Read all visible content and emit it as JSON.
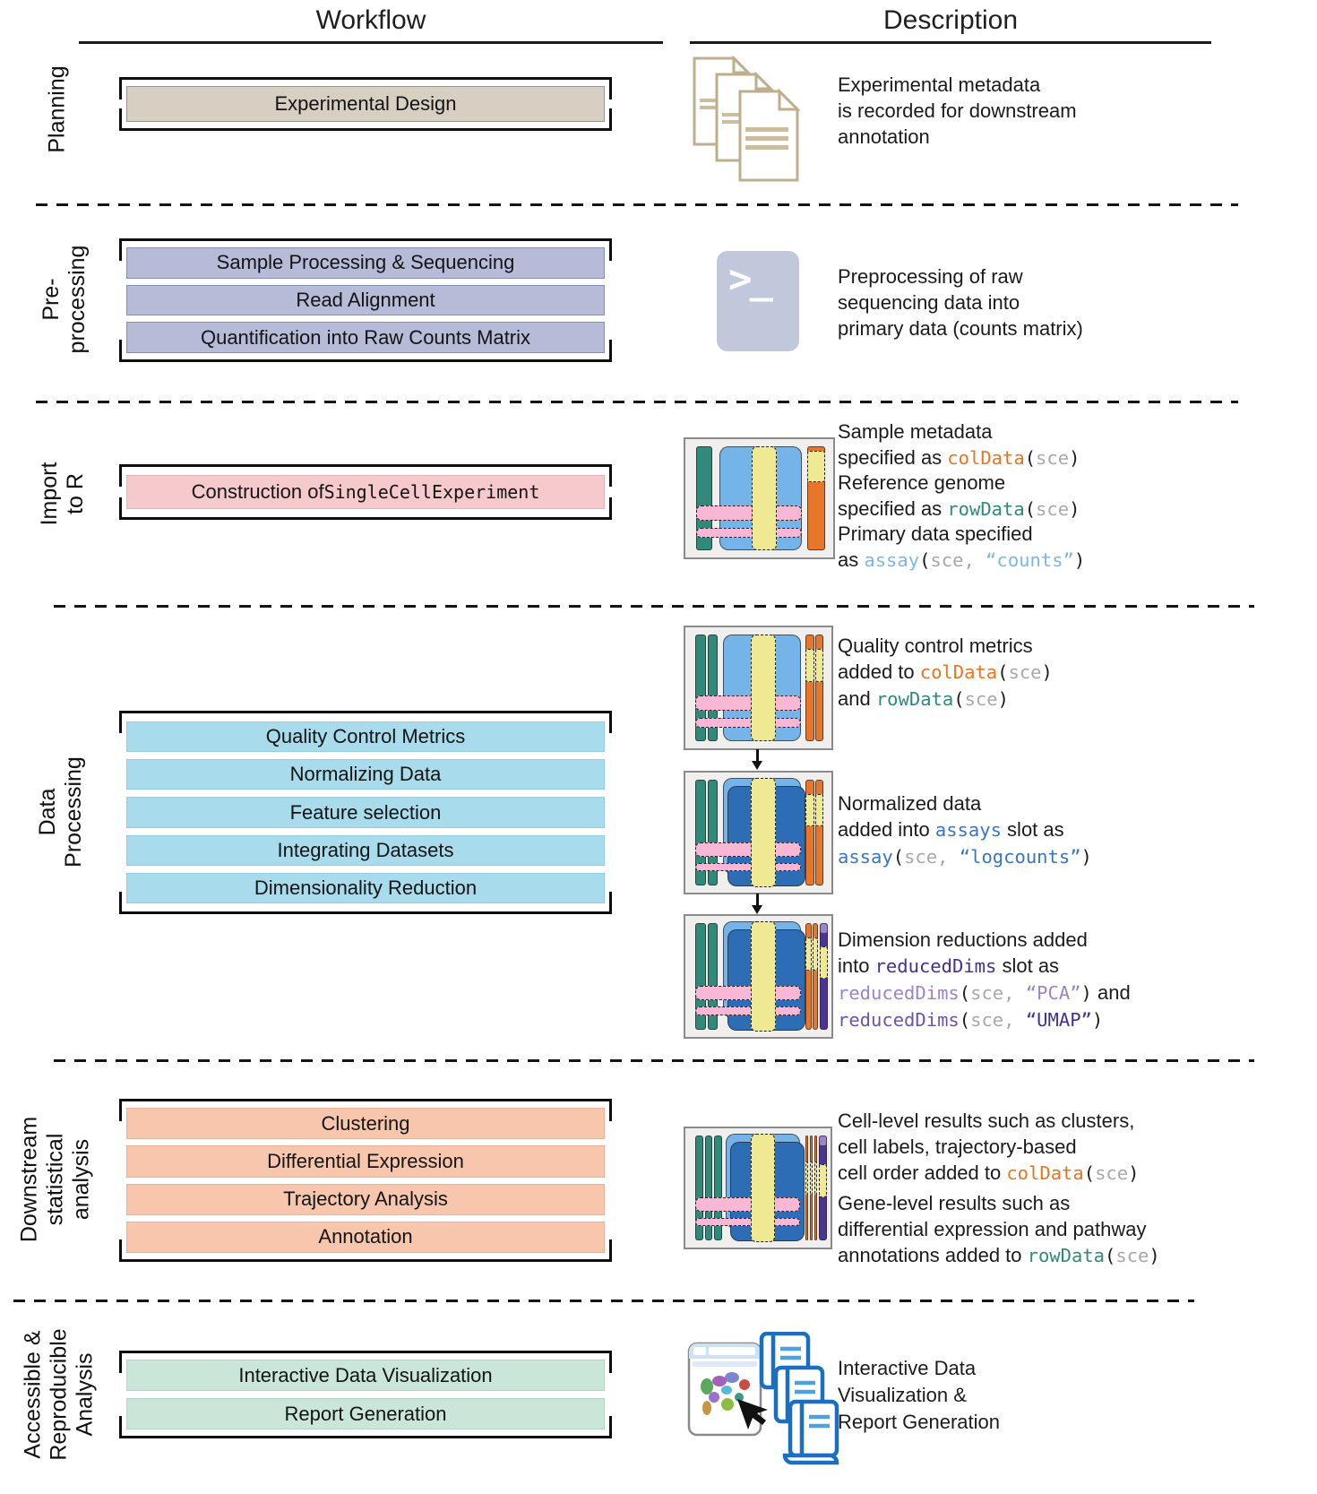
{
  "header": {
    "workflow": "Workflow",
    "description": "Description"
  },
  "icons": {
    "terminal_glyph": ">_"
  },
  "colors": {
    "code": {
      "plain": "#1b1b1b",
      "sce": "#a8a8a8",
      "colData": "#e87522",
      "rowData": "#2f8a79",
      "assayL": "#7db7e6",
      "assayD": "#3a76ba",
      "redD": "#44308f",
      "redL": "#9c83c7",
      "redM": "#6b54a6"
    },
    "sce": {
      "panel": "#f0efee",
      "panelBorder": "#8a8a8a",
      "teal": "#2f8a79",
      "lightBlue": "#74b4e8",
      "darkBlue": "#2d6db6",
      "yellow": "#efe994",
      "pink": "#f8b7d4",
      "orange": "#e8762a",
      "purpleDark": "#4b3592",
      "purpleLight": "#9b84c9"
    },
    "box_fills": {
      "planning": "#d6cfc2",
      "preproc": "#b6bcd8",
      "import": "#f6c9cd",
      "dataproc": "#a8dcec",
      "down": "#f8c6ac",
      "access": "#c9e6d9"
    }
  },
  "sections": [
    {
      "id": "planning",
      "label_lines": [
        "Planning"
      ],
      "box_fill": "#d6cfc2",
      "box_border": "#97948c",
      "boxes": [
        [
          {
            "t": "Experimental Design"
          }
        ]
      ]
    },
    {
      "id": "preproc",
      "label_lines": [
        "Pre-",
        "processing"
      ],
      "box_fill": "#b6bcd8",
      "box_border": "#8790b2",
      "boxes": [
        [
          {
            "t": "Sample Processing & Sequencing"
          }
        ],
        [
          {
            "t": "Read Alignment"
          }
        ],
        [
          {
            "t": "Quantification into Raw Counts Matrix"
          }
        ]
      ]
    },
    {
      "id": "import",
      "label_lines": [
        "Import",
        "to R"
      ],
      "box_fill": "#f6c9cd",
      "box_border": "#e2b4b9",
      "boxes": [
        [
          {
            "t": "Construction of "
          },
          {
            "t": "SingleCellExperiment",
            "m": true
          }
        ]
      ]
    },
    {
      "id": "dataproc",
      "label_lines": [
        "Data",
        "Processing"
      ],
      "box_fill": "#a8dcec",
      "box_border": "#92cde0",
      "boxes": [
        [
          {
            "t": "Quality Control Metrics"
          }
        ],
        [
          {
            "t": "Normalizing Data"
          }
        ],
        [
          {
            "t": "Feature selection"
          }
        ],
        [
          {
            "t": "Integrating Datasets"
          }
        ],
        [
          {
            "t": "Dimensionality Reduction"
          }
        ]
      ]
    },
    {
      "id": "down",
      "label_lines": [
        "Downstream",
        "statistical",
        "analysis"
      ],
      "box_fill": "#f8c6ac",
      "box_border": "#e8b299",
      "boxes": [
        [
          {
            "t": "Clustering"
          }
        ],
        [
          {
            "t": "Differential Expression"
          }
        ],
        [
          {
            "t": "Trajectory Analysis"
          }
        ],
        [
          {
            "t": "Annotation"
          }
        ]
      ]
    },
    {
      "id": "access",
      "label_lines": [
        "Accessible &",
        "Reproducible",
        "Analysis"
      ],
      "box_fill": "#c9e6d9",
      "box_border": "#b0d5c4",
      "boxes": [
        [
          {
            "t": "Interactive Data Visualization"
          }
        ],
        [
          {
            "t": "Report Generation"
          }
        ]
      ]
    }
  ],
  "desc_blocks": [
    {
      "id": "planning",
      "lines": [
        [
          {
            "t": "Experimental metadata"
          }
        ],
        [
          {
            "t": "is recorded for downstream"
          }
        ],
        [
          {
            "t": "annotation"
          }
        ]
      ]
    },
    {
      "id": "preproc",
      "lines": [
        [
          {
            "t": "Preprocessing of raw"
          }
        ],
        [
          {
            "t": "sequencing data into"
          }
        ],
        [
          {
            "t": "primary data (counts matrix)"
          }
        ]
      ]
    },
    {
      "id": "import",
      "lines": [
        [
          {
            "t": "Sample metadata"
          }
        ],
        [
          {
            "t": "specified as "
          },
          {
            "t": "colData",
            "c": "colData",
            "m": true
          },
          {
            "t": "(",
            "m": true
          },
          {
            "t": "sce",
            "c": "sce",
            "m": true
          },
          {
            "t": ")",
            "m": true
          }
        ],
        [
          {
            "t": "Reference genome"
          }
        ],
        [
          {
            "t": "specified as "
          },
          {
            "t": "rowData",
            "c": "rowData",
            "m": true
          },
          {
            "t": "(",
            "m": true
          },
          {
            "t": "sce",
            "c": "sce",
            "m": true
          },
          {
            "t": ")",
            "m": true
          }
        ],
        [
          {
            "t": "Primary data specified"
          }
        ],
        [
          {
            "t": "as "
          },
          {
            "t": "assay",
            "c": "assayL",
            "m": true
          },
          {
            "t": "(",
            "m": true
          },
          {
            "t": "sce",
            "c": "sce",
            "m": true
          },
          {
            "t": ", ",
            "c": "sce",
            "m": true
          },
          {
            "t": "“counts”",
            "c": "assayL",
            "m": true
          },
          {
            "t": ")",
            "m": true
          }
        ]
      ]
    },
    {
      "id": "qc",
      "lines": [
        [
          {
            "t": "Quality control metrics"
          }
        ],
        [
          {
            "t": "added to "
          },
          {
            "t": "colData",
            "c": "colData",
            "m": true
          },
          {
            "t": "(",
            "m": true
          },
          {
            "t": "sce",
            "c": "sce",
            "m": true
          },
          {
            "t": ")",
            "m": true
          }
        ],
        [
          {
            "t": "and "
          },
          {
            "t": "rowData",
            "c": "rowData",
            "m": true
          },
          {
            "t": "(",
            "m": true
          },
          {
            "t": "sce",
            "c": "sce",
            "m": true
          },
          {
            "t": ")",
            "m": true
          }
        ]
      ]
    },
    {
      "id": "norm",
      "lines": [
        [
          {
            "t": "Normalized data"
          }
        ],
        [
          {
            "t": "added into "
          },
          {
            "t": "assays",
            "c": "assayD",
            "m": true
          },
          {
            "t": " slot as"
          }
        ],
        [
          {
            "t": "assay",
            "c": "assayD",
            "m": true
          },
          {
            "t": "(",
            "m": true
          },
          {
            "t": "sce",
            "c": "sce",
            "m": true
          },
          {
            "t": ", ",
            "c": "sce",
            "m": true
          },
          {
            "t": "“logcounts”",
            "c": "assayD",
            "m": true
          },
          {
            "t": ")",
            "m": true
          }
        ]
      ]
    },
    {
      "id": "dimred",
      "lines": [
        [
          {
            "t": "Dimension reductions added"
          }
        ],
        [
          {
            "t": "into "
          },
          {
            "t": "reducedDims",
            "c": "redD",
            "m": true
          },
          {
            "t": " slot as"
          }
        ],
        [
          {
            "t": "reducedDims",
            "c": "redL",
            "m": true
          },
          {
            "t": "(",
            "m": true
          },
          {
            "t": "sce",
            "c": "sce",
            "m": true
          },
          {
            "t": ", ",
            "c": "sce",
            "m": true
          },
          {
            "t": "“PCA”",
            "c": "redL",
            "m": true
          },
          {
            "t": ")",
            "m": true
          },
          {
            "t": " and"
          }
        ],
        [
          {
            "t": "reducedDims",
            "c": "redM",
            "m": true
          },
          {
            "t": "(",
            "m": true
          },
          {
            "t": "sce",
            "c": "sce",
            "m": true
          },
          {
            "t": ", ",
            "c": "sce",
            "m": true
          },
          {
            "t": "“UMAP”",
            "c": "redD",
            "m": true
          },
          {
            "t": ")",
            "m": true
          }
        ]
      ]
    },
    {
      "id": "down",
      "lines": [
        [
          {
            "t": "Cell-level results such as  clusters,"
          }
        ],
        [
          {
            "t": "cell labels, trajectory-based"
          }
        ],
        [
          {
            "t": "cell order added to "
          },
          {
            "t": "colData",
            "c": "colData",
            "m": true
          },
          {
            "t": "(",
            "m": true
          },
          {
            "t": "sce",
            "c": "sce",
            "m": true
          },
          {
            "t": ")",
            "m": true
          }
        ],
        {
          "gap": true,
          "segs": [
            {
              "t": "Gene-level results such as"
            }
          ]
        },
        [
          {
            "t": "differential expression and pathway"
          }
        ],
        [
          {
            "t": "annotations added to "
          },
          {
            "t": "rowData",
            "c": "rowData",
            "m": true
          },
          {
            "t": "(",
            "m": true
          },
          {
            "t": "sce",
            "c": "sce",
            "m": true
          },
          {
            "t": ")",
            "m": true
          }
        ]
      ]
    },
    {
      "id": "access",
      "lines": [
        [
          {
            "t": "Interactive Data"
          }
        ],
        [
          {
            "t": "Visualization &"
          }
        ],
        [
          {
            "t": "Report Generation"
          }
        ]
      ]
    }
  ],
  "figures": {
    "sce_diagrams": [
      {
        "el": "sce1",
        "teal": 1,
        "orange": 1,
        "dark": false,
        "purple": false,
        "oy": [
          10,
          36
        ]
      },
      {
        "el": "sce2",
        "teal": 2,
        "orange": 2,
        "dark": false,
        "purple": false,
        "oy": [
          18,
          45
        ]
      },
      {
        "el": "sce3",
        "teal": 2,
        "orange": 2,
        "dark": true,
        "purple": false,
        "oy": [
          18,
          45
        ]
      },
      {
        "el": "sce4",
        "teal": 2,
        "orange": 2,
        "dark": true,
        "purple": true,
        "oy": [
          18,
          45
        ],
        "py": [
          25,
          52
        ]
      },
      {
        "el": "sce5",
        "teal": 3,
        "orange": 3,
        "dark": true,
        "purple": true,
        "oy": [
          28,
          56
        ],
        "py": [
          30,
          58
        ]
      }
    ]
  }
}
